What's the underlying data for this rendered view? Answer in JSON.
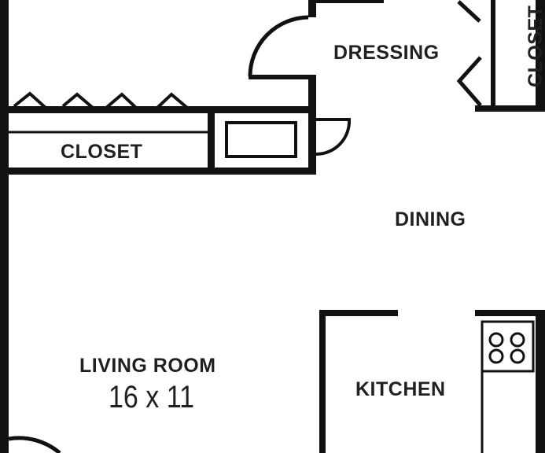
{
  "floorplan": {
    "rooms": {
      "dressing": "DRESSING",
      "closet_top_right": "CLOSET",
      "closet_left": "CLOSET",
      "dining": "DINING",
      "living_room": "LIVING ROOM",
      "living_room_size": "16 x 11",
      "kitchen": "KITCHEN"
    }
  }
}
